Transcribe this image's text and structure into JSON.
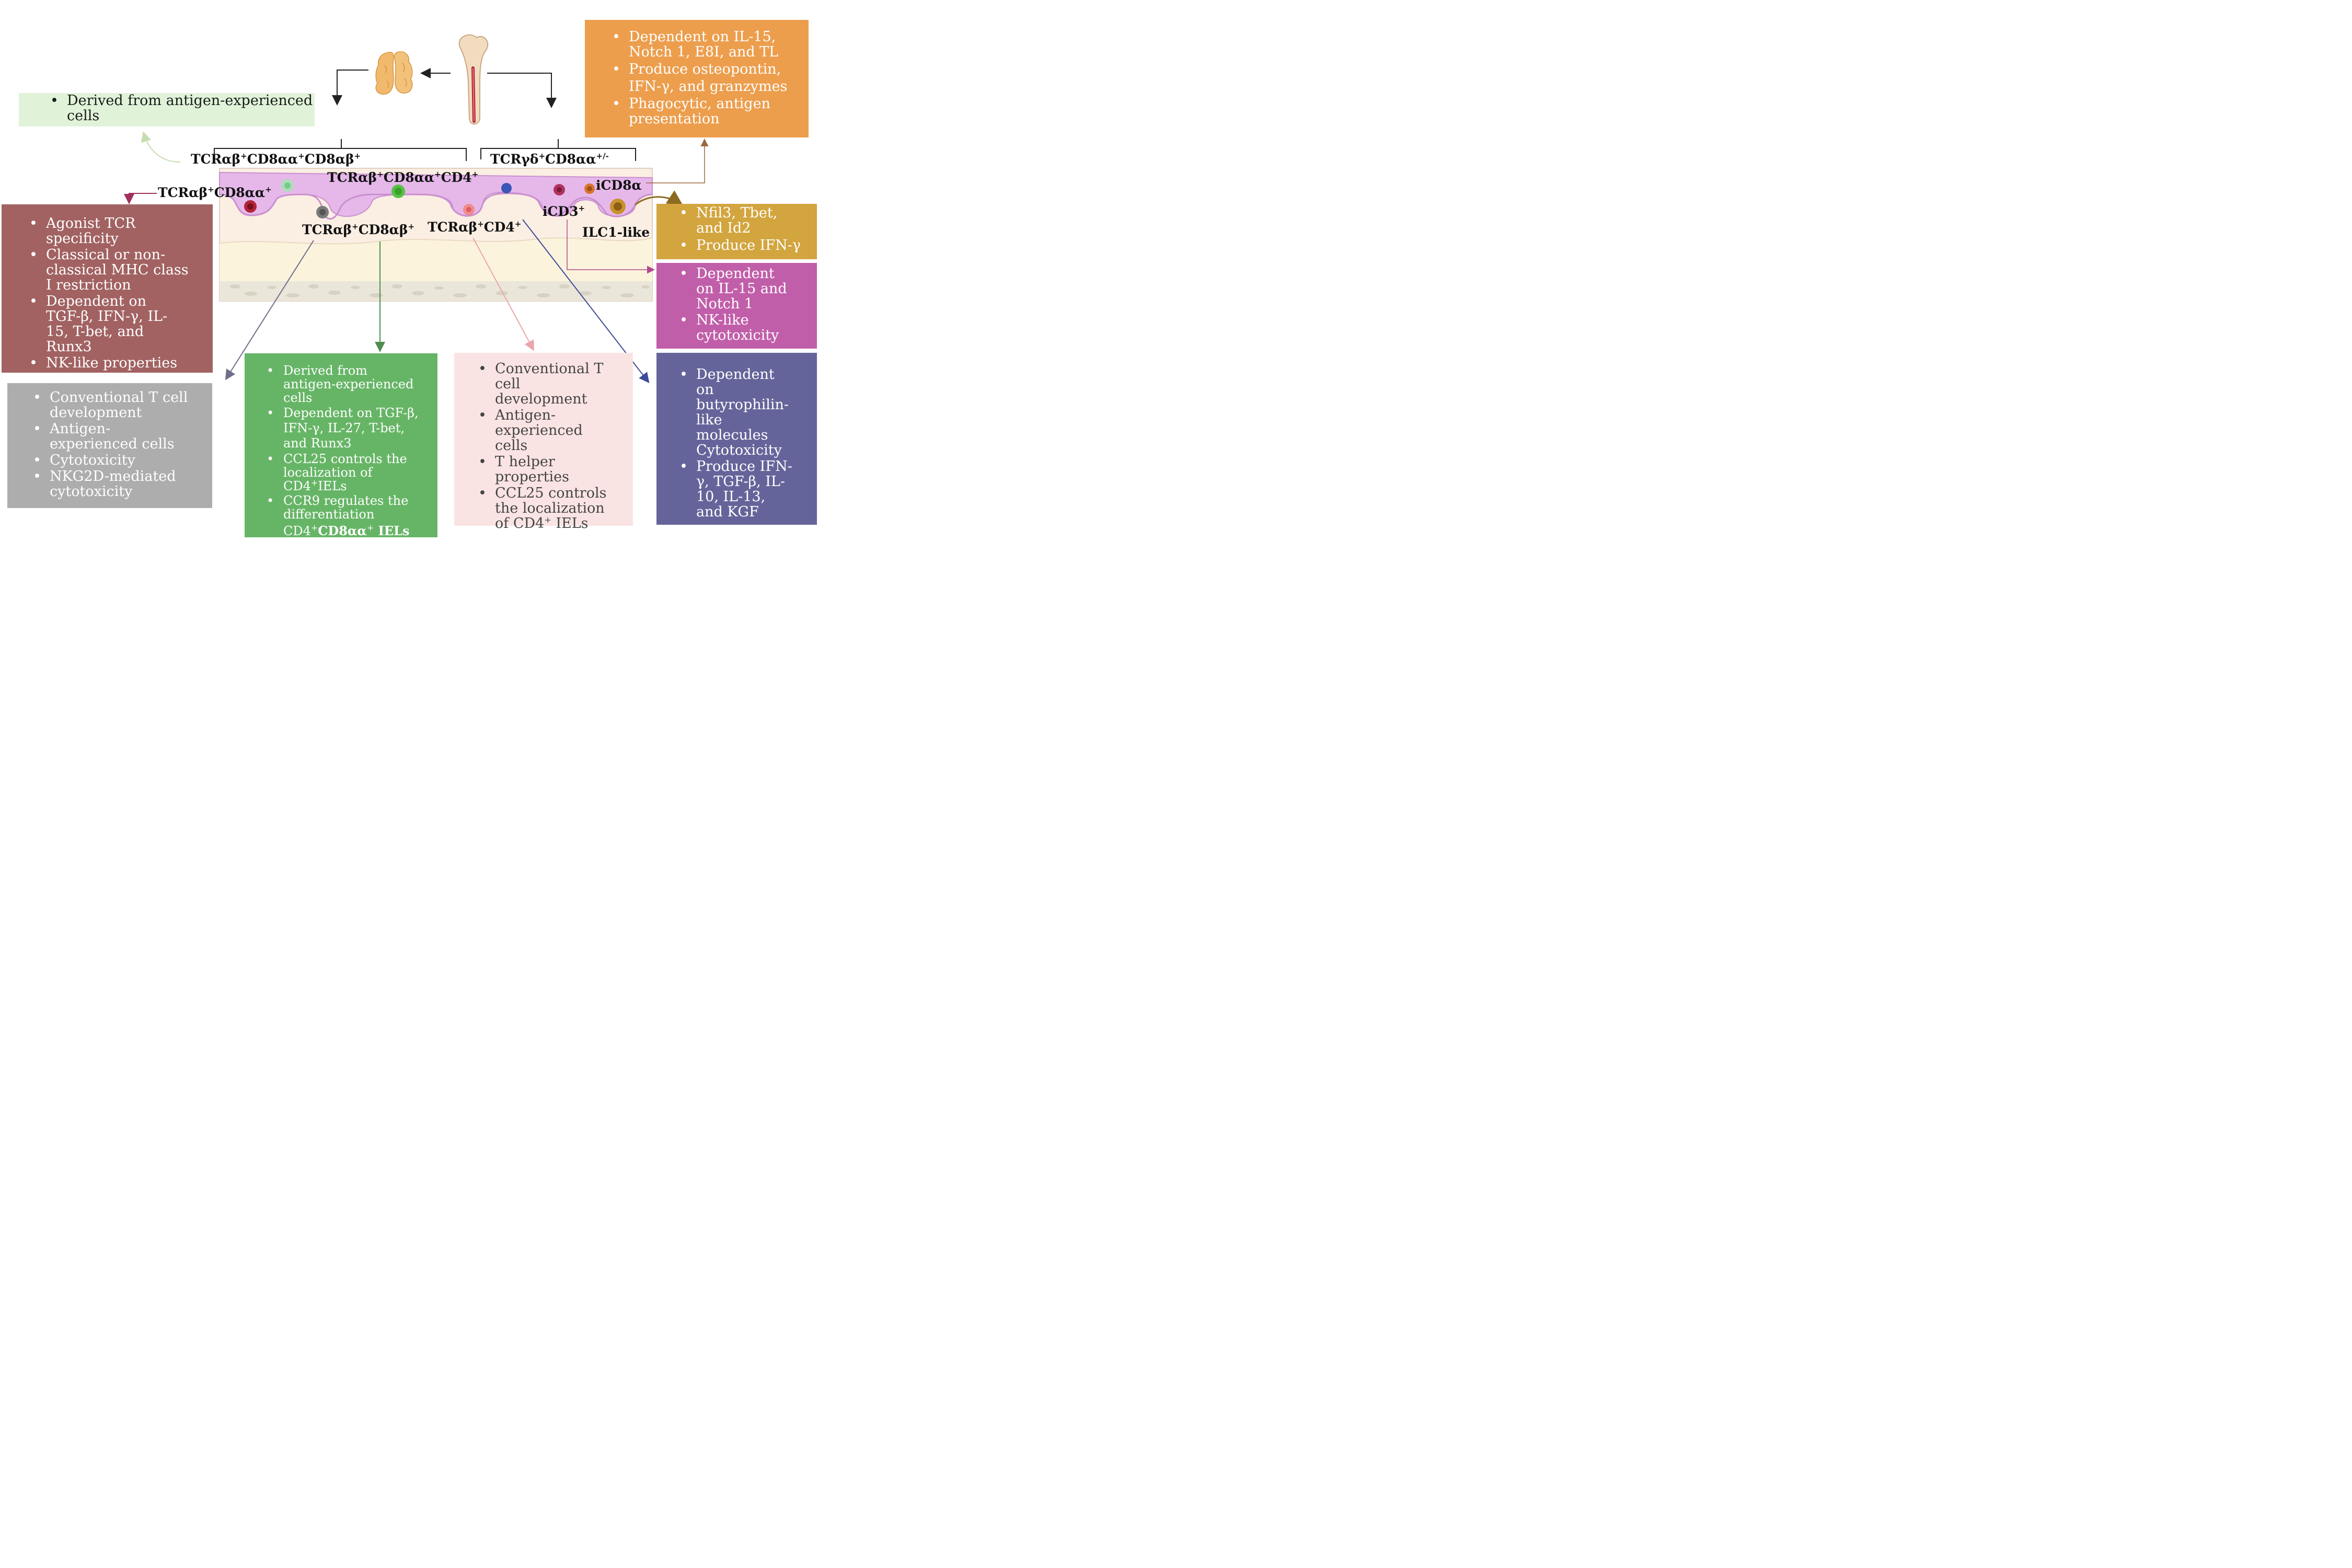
{
  "colors": {
    "green_light": "#e0f3d9",
    "orange": "#ec9e4d",
    "maroon": "#a26262",
    "grey": "#adadad",
    "green": "#66b566",
    "pink_light": "#fae4e3",
    "gold": "#d2a53e",
    "magenta": "#c15ea9",
    "purple": "#65649a",
    "membrane": "#e6b8ea",
    "tissue": "#fbeee3"
  },
  "labels": {
    "tcrab_cd8aa_cd8ab": {
      "base": "TCRαβ",
      "s1": "+",
      "m1": "CD8αα",
      "s2": "+",
      "m2": "CD8αβ",
      "s3": "+"
    },
    "tcrgd": {
      "base": "TCRγδ",
      "s1": "+",
      "m1": "CD8αα",
      "s2": "+/-"
    },
    "tcrab_cd8aa_cd4": {
      "base": "TCRαβ",
      "s1": "+",
      "m1": "CD8αα",
      "s2": "+",
      "m2": "CD4",
      "s3": "+"
    },
    "tcrab_cd8aa": {
      "base": "TCRαβ",
      "s1": "+",
      "m1": "CD8αα",
      "s2": "+"
    },
    "tcrab_cd8ab": {
      "base": "TCRαβ",
      "s1": "+",
      "m1": "CD8αβ",
      "s2": "+"
    },
    "tcrab_cd4": {
      "base": "TCRαβ",
      "s1": "+",
      "m1": "CD4",
      "s2": "+"
    },
    "icd8a": "iCD8α",
    "icd3": {
      "base": "iCD3",
      "s1": "+"
    },
    "ilc1": "ILC1-like"
  },
  "boxes": {
    "green_top": {
      "items": [
        "Derived from antigen-experienced cells"
      ]
    },
    "orange": {
      "items": [
        "Dependent on IL-15, Notch 1, E8I, and TL",
        "Produce osteopontin, IFN-γ, and granzymes",
        "Phagocytic, antigen presentation"
      ]
    },
    "maroon": {
      "items": [
        "Agonist TCR specificity",
        "Classical or non-classical MHC class I restriction",
        "Dependent on TGF-β, IFN-γ, IL-15, T-bet, and Runx3",
        "NK-like properties"
      ]
    },
    "grey": {
      "items": [
        "Conventional T cell development",
        "Antigen-experienced cells",
        "Cytotoxicity",
        "NKG2D-mediated cytotoxicity"
      ]
    },
    "green": {
      "items": [
        "Derived from antigen-experienced cells",
        "Dependent on TGF-β, IFN-γ, IL-27, T-bet, and Runx3"
      ],
      "ccl25": {
        "pre": "CCL25 controls the localization of CD4",
        "sup": "+",
        "post": "IELs"
      },
      "ccr9": {
        "pre": "CCR9 regulates the differentiation",
        "cd4": "CD4",
        "sup1": "+",
        "bold": "CD8αα",
        "sup2": "+",
        "post": " IELs"
      }
    },
    "pink": {
      "items": [
        "Conventional T cell development",
        "Antigen-experienced cells",
        "T helper properties"
      ],
      "ccl25": {
        "pre": "CCL25 controls the localization of CD4",
        "sup": "+",
        "post": " IELs"
      }
    },
    "gold": {
      "items": [
        "Nfil3, Tbet, and Id2",
        "Produce IFN-γ"
      ]
    },
    "magenta": {
      "items": [
        "Dependent on IL-15 and Notch 1",
        "NK-like cytotoxicity"
      ]
    },
    "purple": {
      "items": [
        "Dependent on butyrophilin-like molecules Cytotoxicity",
        "Produce IFN-γ, TGF-β, IL-10, IL-13, and KGF"
      ]
    }
  },
  "icons": [
    "thymus-icon",
    "bone-icon",
    "cell-icon"
  ]
}
